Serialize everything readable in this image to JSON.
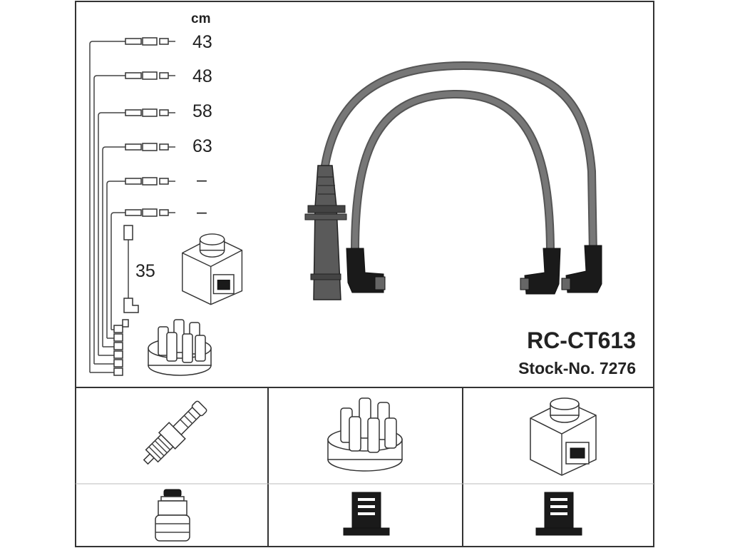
{
  "product": {
    "code": "RC-CT613",
    "stock_number": "Stock-No. 7276"
  },
  "lengths": {
    "unit": "cm",
    "leads": [
      "43",
      "48",
      "58",
      "63",
      "–",
      "–"
    ],
    "coil_lead": "35"
  },
  "parts": {
    "top_illustrations": [
      "ignition-coil",
      "distributor-cap"
    ],
    "bottom_row": [
      "spark-plug",
      "distributor-cap",
      "ignition-coil"
    ],
    "connector_row": [
      "plug-boot-connector",
      "cap-connector",
      "coil-connector"
    ]
  }
}
